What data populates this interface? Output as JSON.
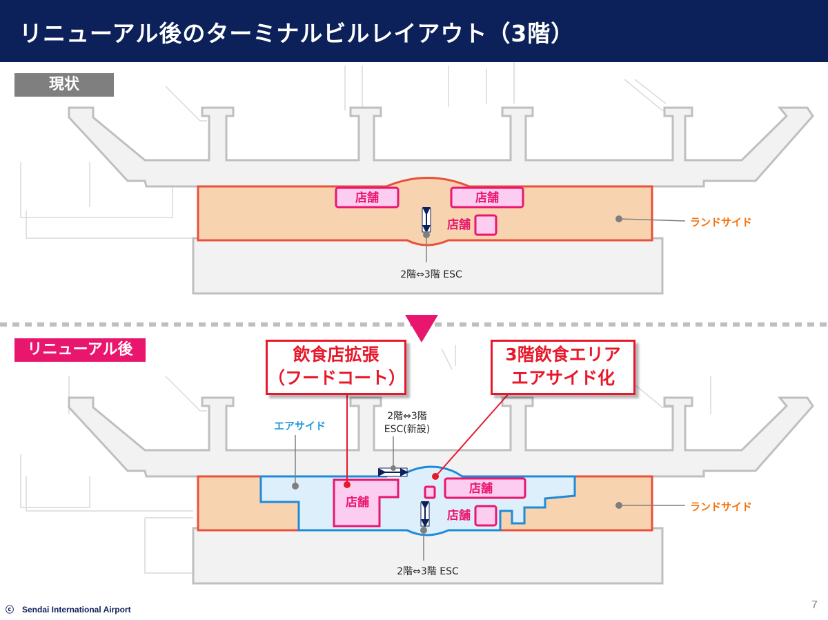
{
  "header": {
    "title": "リニューアル後のターミナルビルレイアウト（3階）"
  },
  "current": {
    "tag": "現状",
    "shop_label": "店舗",
    "landside_label": "ランドサイド",
    "esc_label": "2階⇔3階 ESC"
  },
  "after": {
    "tag": "リニューアル後",
    "callout_food": [
      "飲食店拡張",
      "（フードコート）"
    ],
    "callout_3f": [
      "3階飲食エリア",
      "エアサイド化"
    ],
    "airside_label": "エアサイド",
    "landside_label": "ランドサイド",
    "shop_label": "店舗",
    "new_esc_label": [
      "2階⇔3階",
      "ESC(新設)"
    ],
    "esc_label": "2階⇔3階 ESC"
  },
  "footer": {
    "logo": "ⓒ",
    "text": "Sendai International Airport",
    "page": "7"
  },
  "colors": {
    "header_bg": "#0c215a",
    "landside_fill": "#f8d3b0",
    "landside_stroke": "#e8503a",
    "airside_fill": "#ddeffa",
    "airside_stroke": "#1f8bd8",
    "shop_fill": "#fccdf0",
    "shop_stroke": "#e9166d",
    "callout_red": "#e8182b",
    "landside_text": "#f5720a",
    "airside_text": "#1f9ad8",
    "arrow": "#0c215a"
  }
}
